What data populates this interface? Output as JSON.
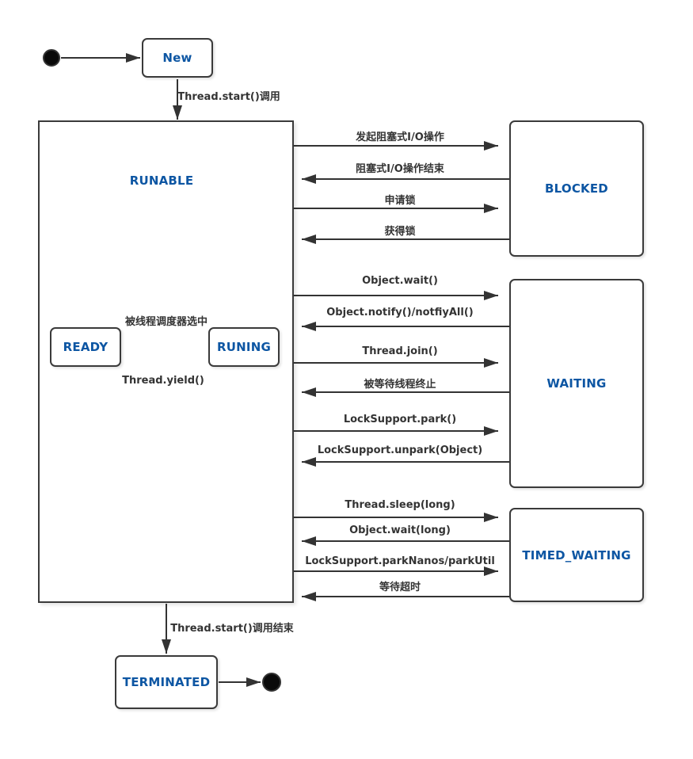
{
  "states": {
    "new": "New",
    "runable": "RUNABLE",
    "ready": "READY",
    "runing": "RUNING",
    "blocked": "BLOCKED",
    "waiting": "WAITING",
    "timed_waiting": "TIMED_WAITING",
    "terminated": "TERMINATED"
  },
  "transitions": {
    "start": "Thread.start()调用",
    "scheduler_select": "被线程调度器选中",
    "yield": "Thread.yield()",
    "io_start": "发起阻塞式I/O操作",
    "io_end": "阻塞式I/O操作结束",
    "lock_request": "申请锁",
    "lock_acquire": "获得锁",
    "wait": "Object.wait()",
    "notify": "Object.notify()/notfiyAll()",
    "join": "Thread.join()",
    "awaited_thread_end": "被等待线程终止",
    "park": "LockSupport.park()",
    "unpark": "LockSupport.unpark(Object)",
    "sleep": "Thread.sleep(long)",
    "wait_long": "Object.wait(long)",
    "park_nanos": "LockSupport.parkNanos/parkUtil",
    "timeout": "等待超时",
    "start_end": "Thread.start()调用结束"
  },
  "colors": {
    "state_text": "#0d56a3",
    "line": "#333333",
    "label_text": "#333333",
    "background": "#ffffff"
  }
}
